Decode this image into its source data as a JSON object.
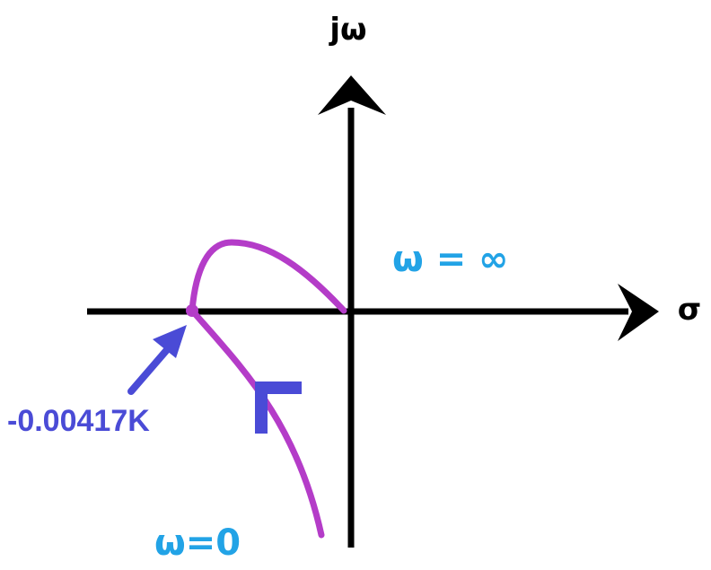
{
  "axes": {
    "vertical_label": "jω",
    "horizontal_label": "σ"
  },
  "labels": {
    "omega_infinity": "ω = ∞",
    "omega_zero": "ω=0",
    "crossing_point": "-0.00417K"
  },
  "colors": {
    "axis": "#000000",
    "locus": "#b43cc8",
    "omega_text": "#22a3e6",
    "annotation": "#4a4bd6"
  },
  "icons": {
    "direction_marker": "direction-arrow-icon",
    "crossing_pointer": "pointer-arrow-icon"
  }
}
